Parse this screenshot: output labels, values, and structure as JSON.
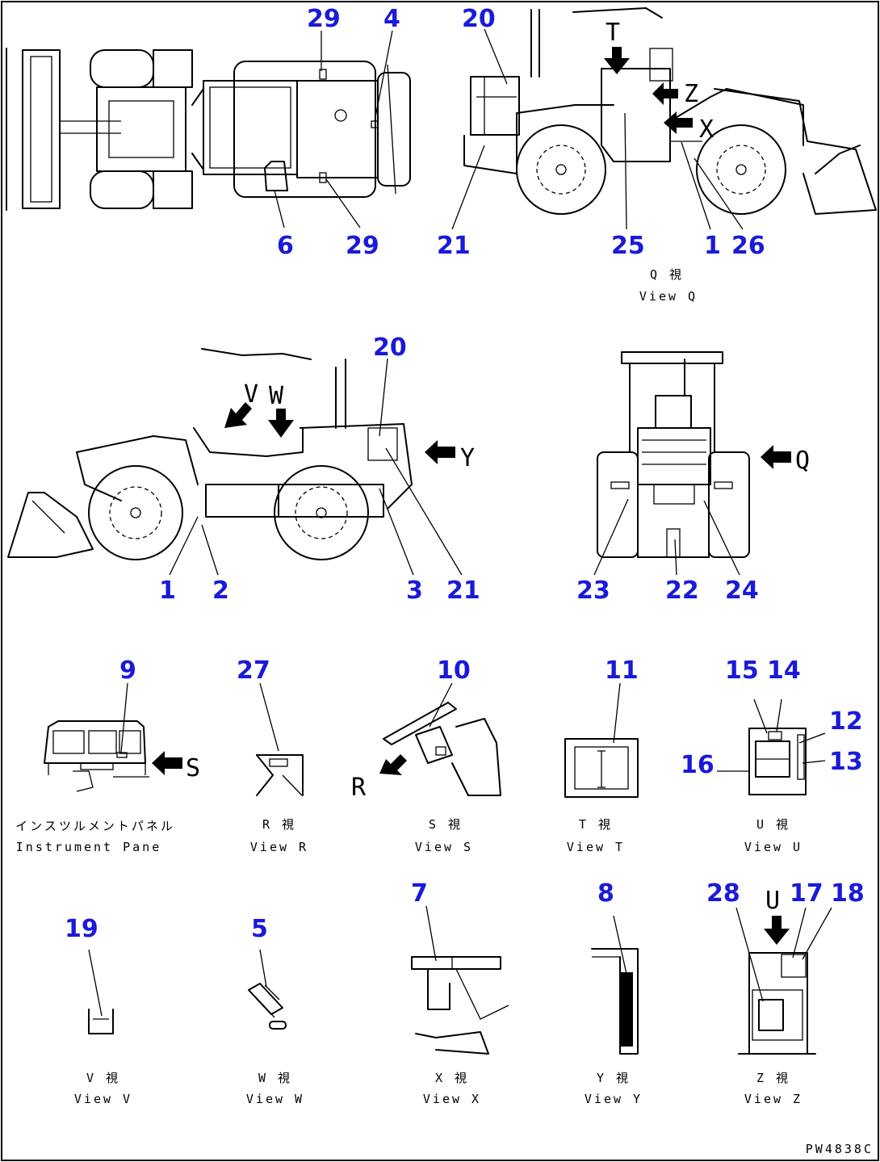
{
  "callouts": {
    "top_view": [
      "29",
      "4",
      "6",
      "29"
    ],
    "view_q": [
      "20",
      "21",
      "25",
      "1",
      "26"
    ],
    "side_view": [
      "20",
      "1",
      "2",
      "3",
      "21"
    ],
    "rear_view": [
      "23",
      "22",
      "24"
    ],
    "panel": "9",
    "view_r": "27",
    "view_s": "10",
    "view_t": "11",
    "view_u": [
      "15",
      "14",
      "12",
      "13",
      "16"
    ],
    "view_v": "19",
    "view_w": "5",
    "view_x": "7",
    "view_y": "8",
    "view_z": [
      "28",
      "17",
      "18"
    ]
  },
  "arrows": {
    "t": "T",
    "z": "Z",
    "x": "X",
    "v": "V",
    "w": "W",
    "y": "Y",
    "q": "Q",
    "s": "S",
    "r": "R",
    "u": "U"
  },
  "captions": {
    "view_q": [
      "Q 視",
      "View Q"
    ],
    "panel": [
      "インスツルメントパネル",
      "Instrument Pane"
    ],
    "view_r": [
      "R 視",
      "View R"
    ],
    "view_s": [
      "S 視",
      "View S"
    ],
    "view_t": [
      "T 視",
      "View T"
    ],
    "view_u": [
      "U 視",
      "View U"
    ],
    "view_v": [
      "V 視",
      "View V"
    ],
    "view_w": [
      "W 視",
      "View W"
    ],
    "view_x": [
      "X 視",
      "View X"
    ],
    "view_y": [
      "Y 視",
      "View Y"
    ],
    "view_z": [
      "Z 視",
      "View Z"
    ]
  },
  "drawing_code": "PW4838C",
  "colors": {
    "callout": "#1a1ad8",
    "line": "#000000"
  }
}
